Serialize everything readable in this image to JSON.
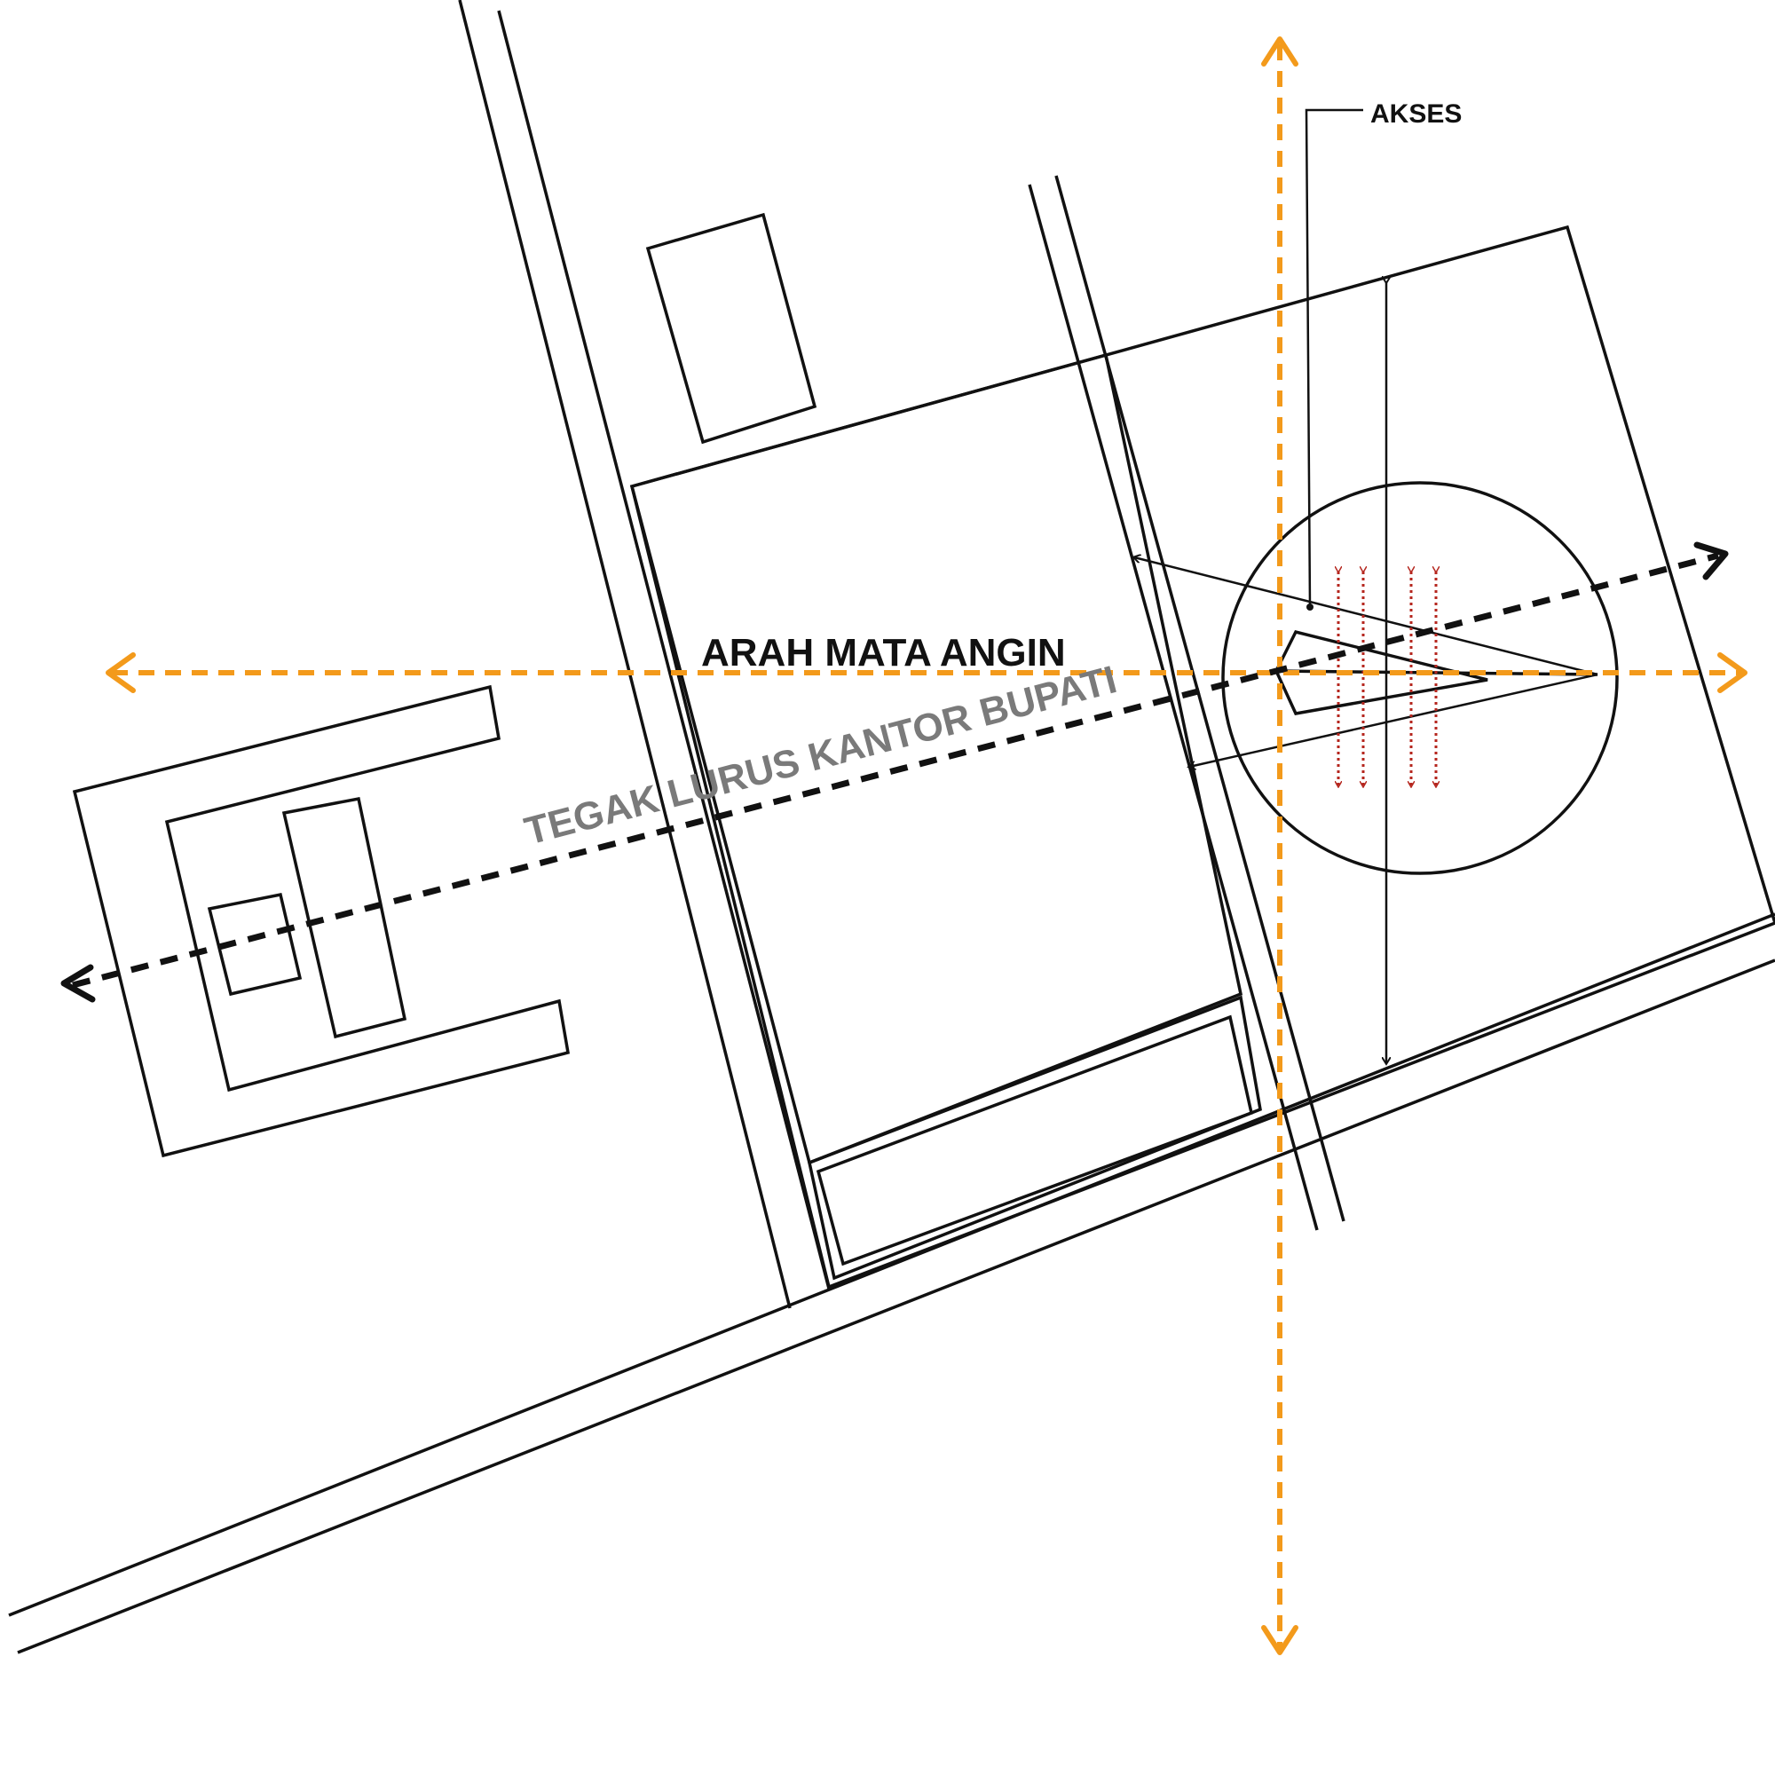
{
  "labels": {
    "access": "AKSES",
    "wind_direction": "ARAH MATA ANGIN",
    "perpendicular_office": "TEGAK LURUS KANTOR BUPATI"
  },
  "colors": {
    "line": "#111111",
    "orange_axis": "#f39a1b",
    "red_arrows": "#b5261e",
    "grey_text": "#7a7a7a"
  }
}
